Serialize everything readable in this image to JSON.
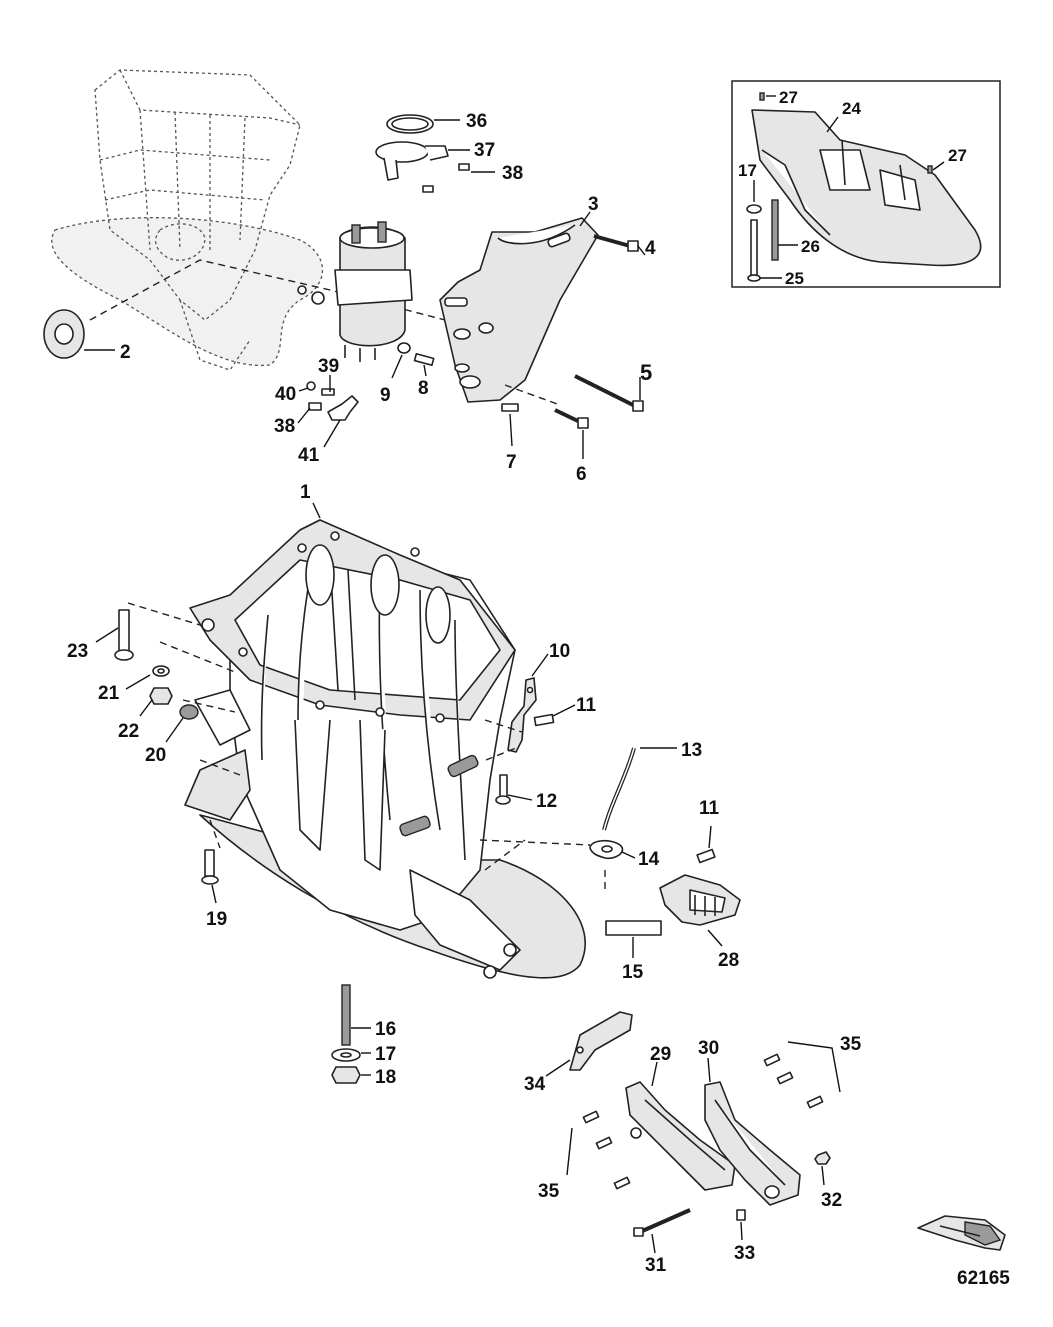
{
  "figure_number": "62165",
  "callouts": {
    "c1": "1",
    "c2": "2",
    "c3": "3",
    "c4": "4",
    "c5": "5",
    "c6": "6",
    "c7": "7",
    "c8": "8",
    "c9": "9",
    "c10": "10",
    "c11a": "11",
    "c11b": "11",
    "c12": "12",
    "c13": "13",
    "c14": "14",
    "c15": "15",
    "c16": "16",
    "c17a": "17",
    "c17b": "17",
    "c18": "18",
    "c19": "19",
    "c20": "20",
    "c21": "21",
    "c22": "22",
    "c23": "23",
    "c24": "24",
    "c25": "25",
    "c26": "26",
    "c27a": "27",
    "c27b": "27",
    "c28": "28",
    "c29": "29",
    "c30": "30",
    "c31": "31",
    "c32": "32",
    "c33": "33",
    "c34": "34",
    "c35a": "35",
    "c35b": "35",
    "c36": "36",
    "c37": "37",
    "c38a": "38",
    "c38b": "38",
    "c39": "39",
    "c40": "40",
    "c41": "41"
  }
}
